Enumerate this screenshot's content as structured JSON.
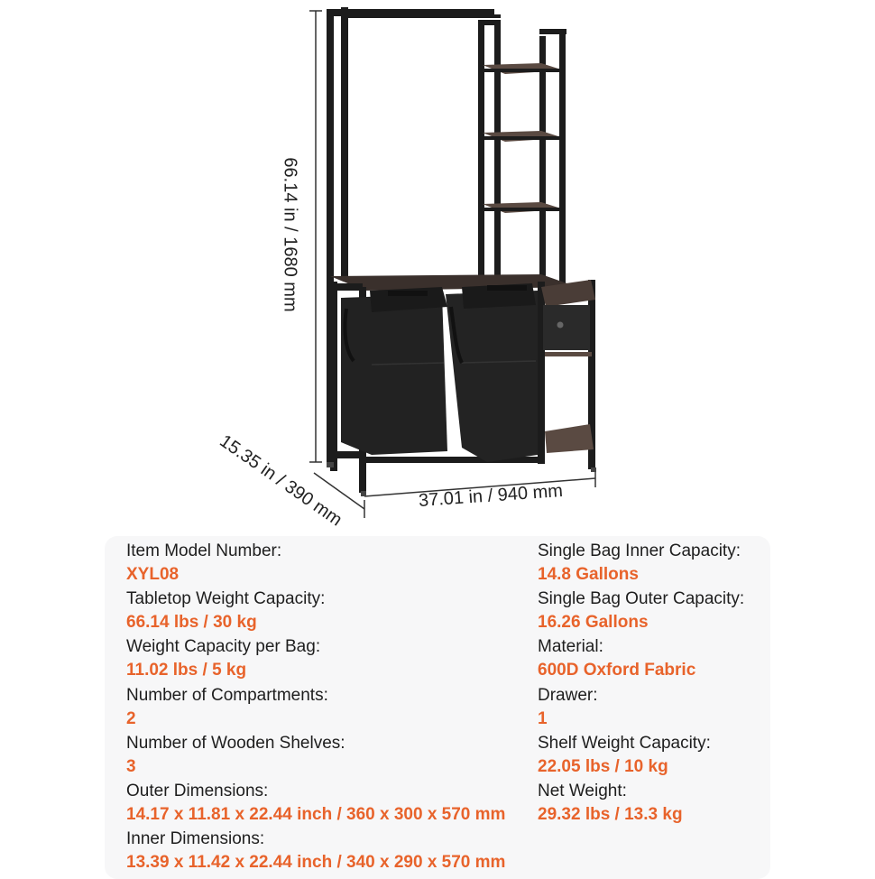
{
  "dimensions": {
    "height": "66.14 in / 1680 mm",
    "depth": "15.35 in / 390 mm",
    "width": "37.01 in / 940 mm"
  },
  "specs_left": [
    {
      "label": "Item Model Number:",
      "value": "XYL08"
    },
    {
      "label": "Tabletop Weight Capacity:",
      "value": "66.14 lbs / 30 kg"
    },
    {
      "label": "Weight Capacity per Bag:",
      "value": "11.02 lbs / 5 kg"
    },
    {
      "label": "Number of Compartments:",
      "value": "2"
    },
    {
      "label": "Number of Wooden Shelves:",
      "value": "3"
    },
    {
      "label": "Outer Dimensions:",
      "value": "14.17 x 11.81 x 22.44 inch / 360 x 300 x 570 mm"
    },
    {
      "label": "Inner Dimensions:",
      "value": "13.39 x 11.42 x 22.44 inch / 340 x 290 x 570 mm"
    }
  ],
  "specs_right": [
    {
      "label": "Single Bag Inner Capacity:",
      "value": "14.8 Gallons"
    },
    {
      "label": "Single Bag Outer Capacity:",
      "value": "16.26 Gallons"
    },
    {
      "label": "Material:",
      "value": "600D Oxford Fabric"
    },
    {
      "label": "Drawer:",
      "value": "1"
    },
    {
      "label": "Shelf Weight Capacity:",
      "value": "22.05 lbs / 10 kg"
    },
    {
      "label": "Net Weight:",
      "value": "29.32 lbs / 13.3 kg"
    }
  ],
  "colors": {
    "accent": "#e8632b",
    "text": "#1e1e1e",
    "panel": "#f7f7f8",
    "frame": "#1c1c1c",
    "wood": "#5a4a42"
  }
}
